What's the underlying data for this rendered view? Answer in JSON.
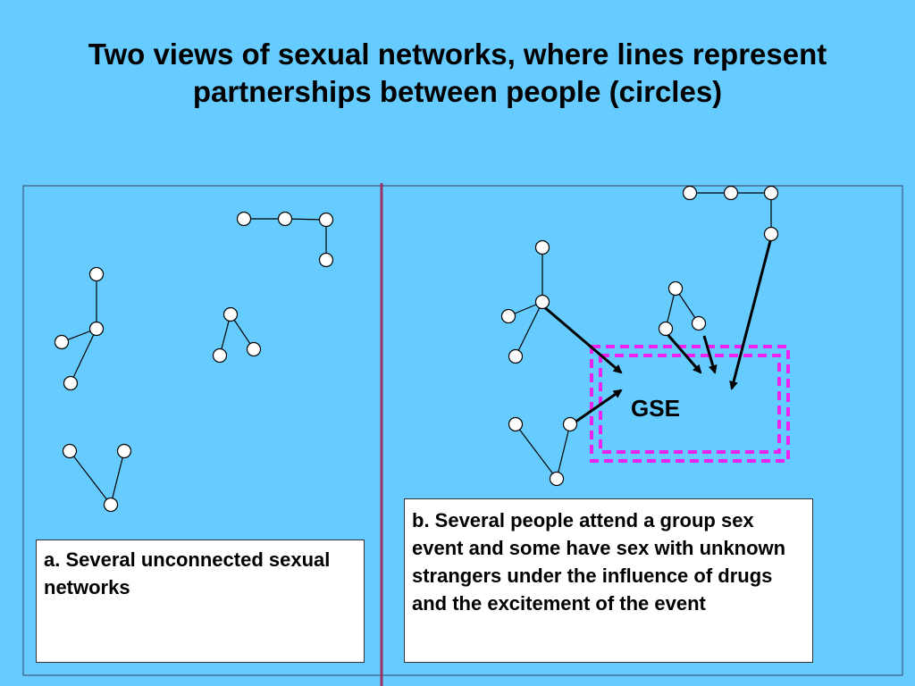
{
  "title": {
    "line1": "Two views of sexual networks, where lines represent",
    "line2": "partnerships between people (circles)"
  },
  "colors": {
    "background": "#66ccff",
    "divider": "#993366",
    "gse_box": "#ee22ee",
    "node_fill": "#ffffff",
    "line": "#000000"
  },
  "panel_a": {
    "caption": "a. Several unconnected sexual networks"
  },
  "panel_b": {
    "caption": "b. Several people attend a group sex event and some have sex with unknown strangers under the influence of drugs and the excitement of the event",
    "gse_label": "GSE"
  }
}
